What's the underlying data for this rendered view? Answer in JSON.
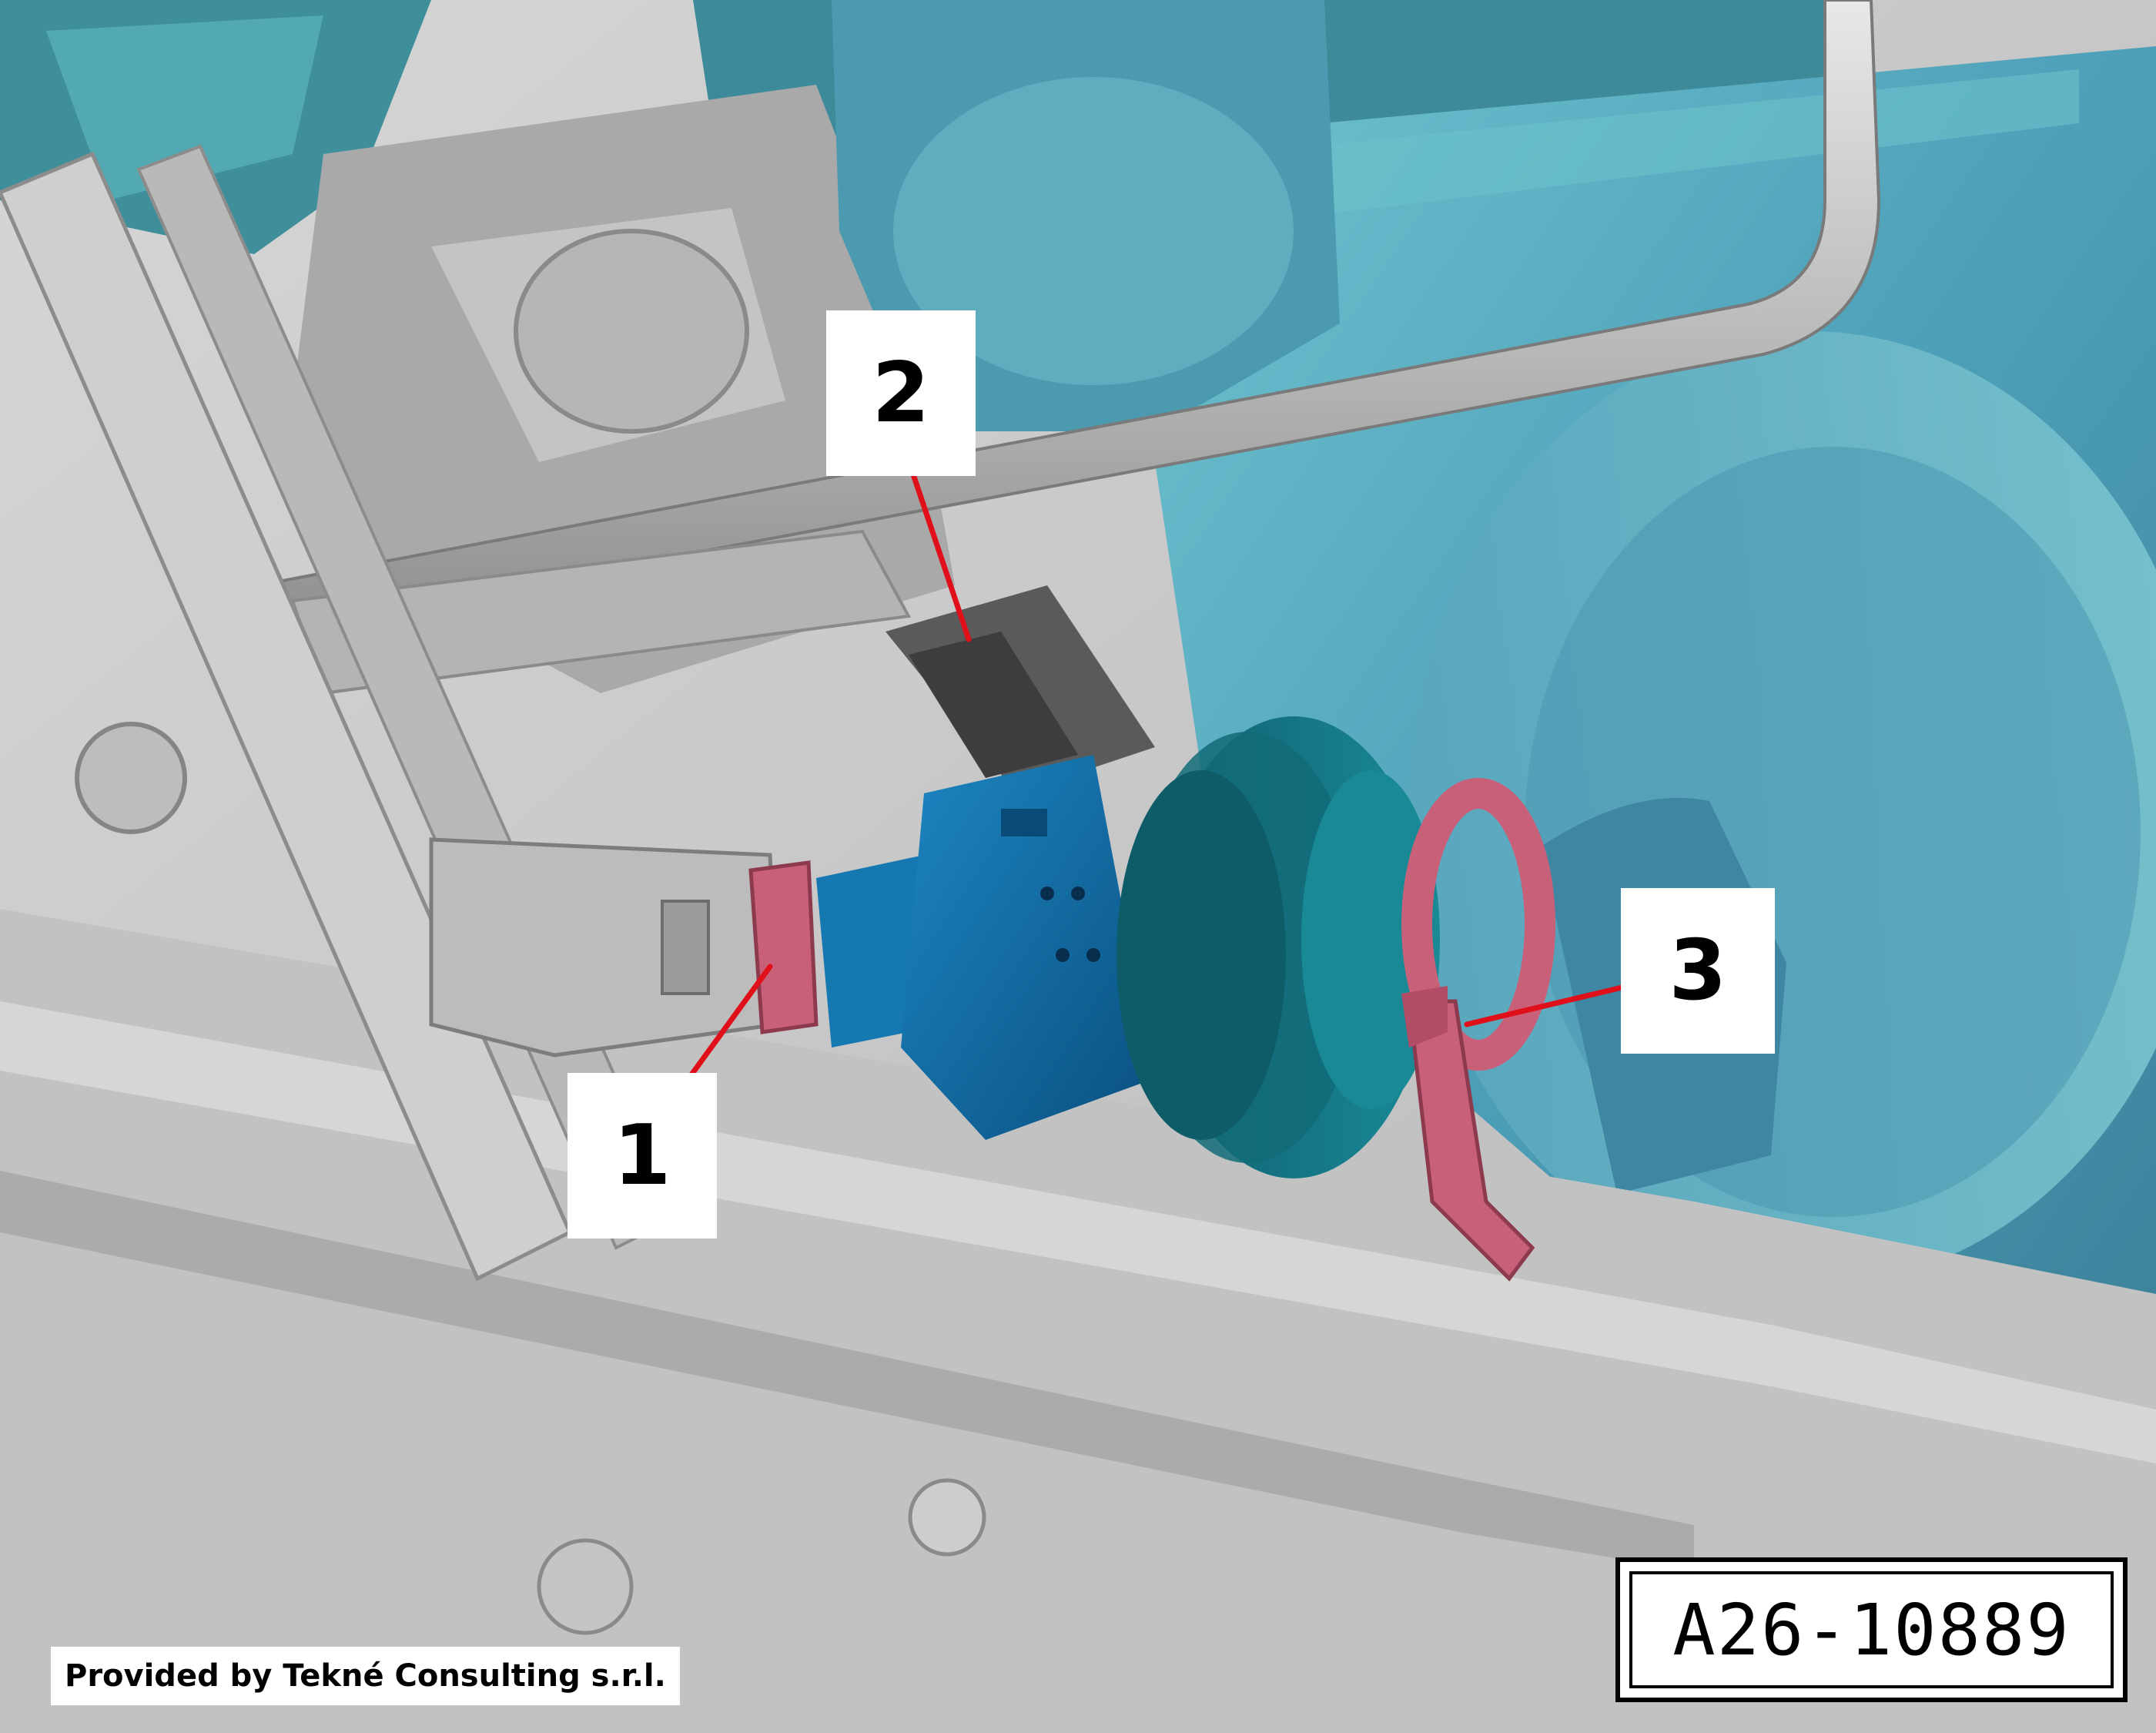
{
  "figure": {
    "reference_code": "A26-10889",
    "credit": "Provided by Tekné Consulting s.r.l."
  },
  "callouts": [
    {
      "number": "1",
      "target": "red clamp on pipe left of sensor"
    },
    {
      "number": "2",
      "target": "dark sensor body"
    },
    {
      "number": "3",
      "target": "red clamp at pipe flange"
    }
  ],
  "colors": {
    "leader_line": "#e0101a",
    "clamp": "#c9607a",
    "sensor": "#0e6aa6",
    "muffler": "#4f9fb6",
    "structure": "#bdbdbd"
  }
}
